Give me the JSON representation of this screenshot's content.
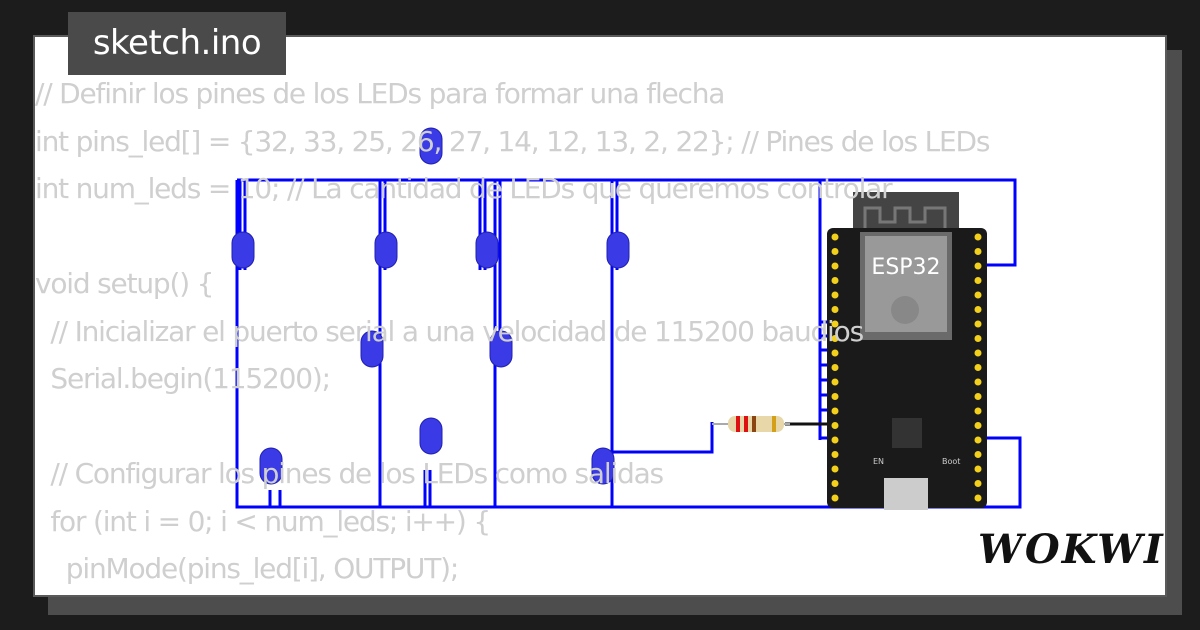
{
  "title": "sketch.ino",
  "code_lines": [
    "// Definir los pines de los LEDs para formar una flecha",
    "int pins_led[] = {32, 33, 25, 26, 27, 14, 12, 13, 2, 22}; // Pines de los LEDs",
    "int num_leds = 10; // La cantidad de LEDs que queremos controlar",
    "",
    "void setup() {",
    "  // Inicializar el puerto serial a una velocidad de 115200 baudios",
    "  Serial.begin(115200);",
    "",
    "  // Configurar los pines de los LEDs como salidas",
    "  for (int i = 0; i < num_leds; i++) {",
    "    pinMode(pins_led[i], OUTPUT);"
  ],
  "board": {
    "label": "ESP32",
    "en_label": "EN",
    "boot_label": "Boot"
  },
  "logo": "WOKWI",
  "colors": {
    "wire": "#0000ff",
    "led": "#3a3ae6",
    "board": "#1a1a1a",
    "pin": "#f2d01c"
  }
}
